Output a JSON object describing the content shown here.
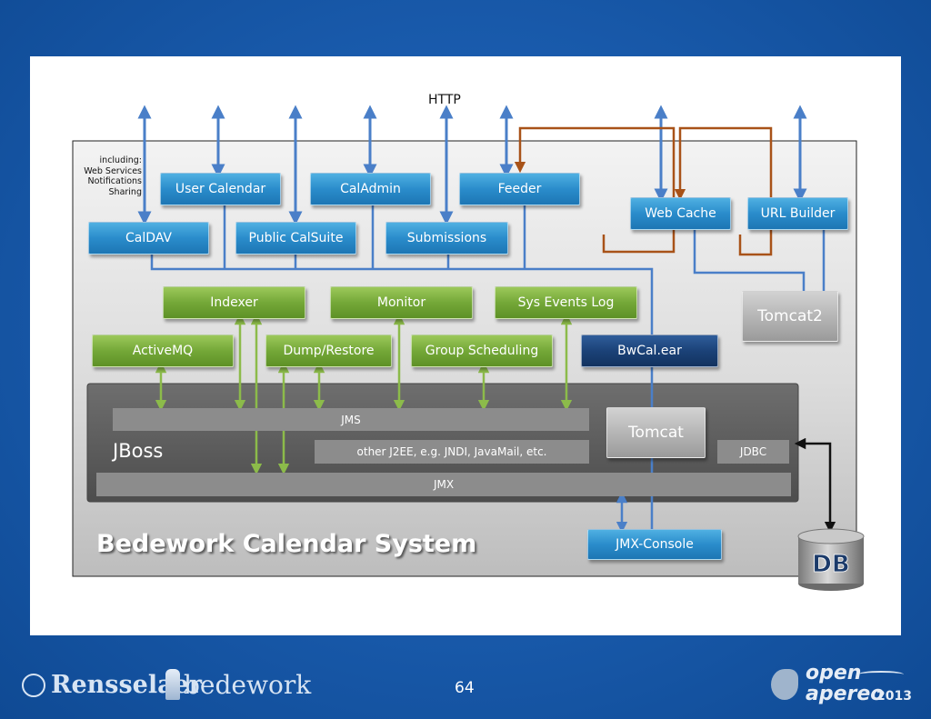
{
  "http_label": "HTTP",
  "including_note": [
    "including:",
    "Web Services",
    "Notifications",
    "Sharing"
  ],
  "system_title": "Bedework Calendar System",
  "blue_components": {
    "user_calendar": "User Calendar",
    "caladmin": "CalAdmin",
    "feeder": "Feeder",
    "caldav": "CalDAV",
    "public_calsuite": "Public CalSuite",
    "submissions": "Submissions",
    "web_cache": "Web Cache",
    "url_builder": "URL Builder",
    "jmx_console": "JMX-Console"
  },
  "green_components": {
    "indexer": "Indexer",
    "monitor": "Monitor",
    "sys_events_log": "Sys Events Log",
    "activemq": "ActiveMQ",
    "dump_restore": "Dump/Restore",
    "group_scheduling": "Group Scheduling"
  },
  "bwcal_ear": "BwCal.ear",
  "tomcat2": "Tomcat2",
  "tomcat": "Tomcat",
  "jboss": {
    "label": "JBoss",
    "jms": "JMS",
    "other_j2ee": "other J2EE, e.g. JNDI, JavaMail, etc.",
    "jdbc": "JDBC",
    "jmx": "JMX"
  },
  "db_label": "DB",
  "footer": {
    "page_number": "64",
    "rensselaer": "Rensselaer",
    "bedework": "bedework",
    "open": "open",
    "apereo": "apereo",
    "year": "2013"
  },
  "colors": {
    "background_blue": "#1a5cae",
    "component_blue": "#2a8ccb",
    "component_green": "#74a838",
    "component_navy": "#1b4278",
    "component_grey": "#b3b3b3",
    "connector_blue": "#4a7fc8",
    "connector_green": "#8cbb4a",
    "connector_orange": "#a85218"
  }
}
